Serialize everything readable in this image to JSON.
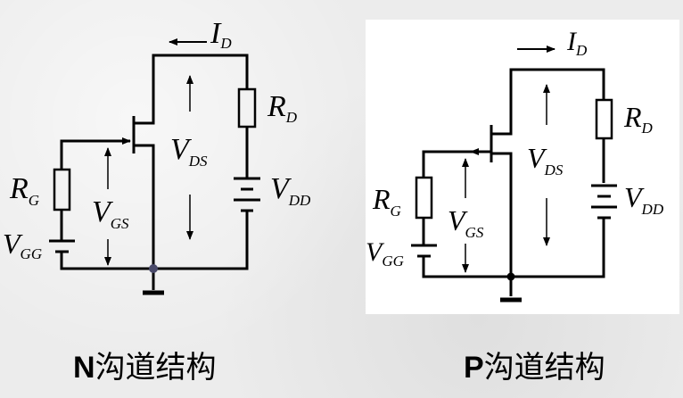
{
  "n_circuit": {
    "caption_letter": "N",
    "caption_text": "沟道结构",
    "labels": {
      "id": {
        "main": "I",
        "sub": "D"
      },
      "rd": {
        "main": "R",
        "sub": "D"
      },
      "vds": {
        "main": "V",
        "sub": "DS"
      },
      "vdd": {
        "main": "V",
        "sub": "DD"
      },
      "rg": {
        "main": "R",
        "sub": "G"
      },
      "vgs": {
        "main": "V",
        "sub": "GS"
      },
      "vgg": {
        "main": "V",
        "sub": "GG"
      }
    }
  },
  "p_circuit": {
    "caption_letter": "P",
    "caption_text": "沟道结构",
    "labels": {
      "id": {
        "main": "I",
        "sub": "D"
      },
      "rd": {
        "main": "R",
        "sub": "D"
      },
      "vds": {
        "main": "V",
        "sub": "DS"
      },
      "vdd": {
        "main": "V",
        "sub": "DD"
      },
      "rg": {
        "main": "R",
        "sub": "G"
      },
      "vgs": {
        "main": "V",
        "sub": "GS"
      },
      "vgg": {
        "main": "V",
        "sub": "GG"
      }
    }
  },
  "colors": {
    "background": "#ececec",
    "panel": "#ffffff",
    "wire": "#000000",
    "node": "#4a4a6a"
  }
}
